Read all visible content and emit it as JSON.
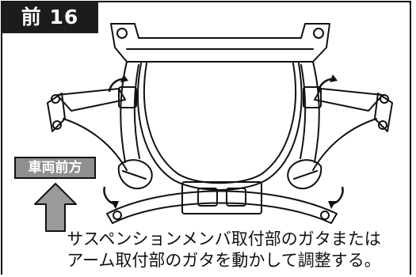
{
  "figure": {
    "label": "前 16",
    "direction_label": "車両前方",
    "caption_line1": "サスペンションメンバ取付部のガタまたは",
    "caption_line2": "アーム取付部のガタを動かして調整する。"
  },
  "colors": {
    "ink": "#111111",
    "label_bg": "#1c1c1c",
    "direction_bg": "#8f8f8f",
    "arrow_fill": "#9a9a9a"
  }
}
